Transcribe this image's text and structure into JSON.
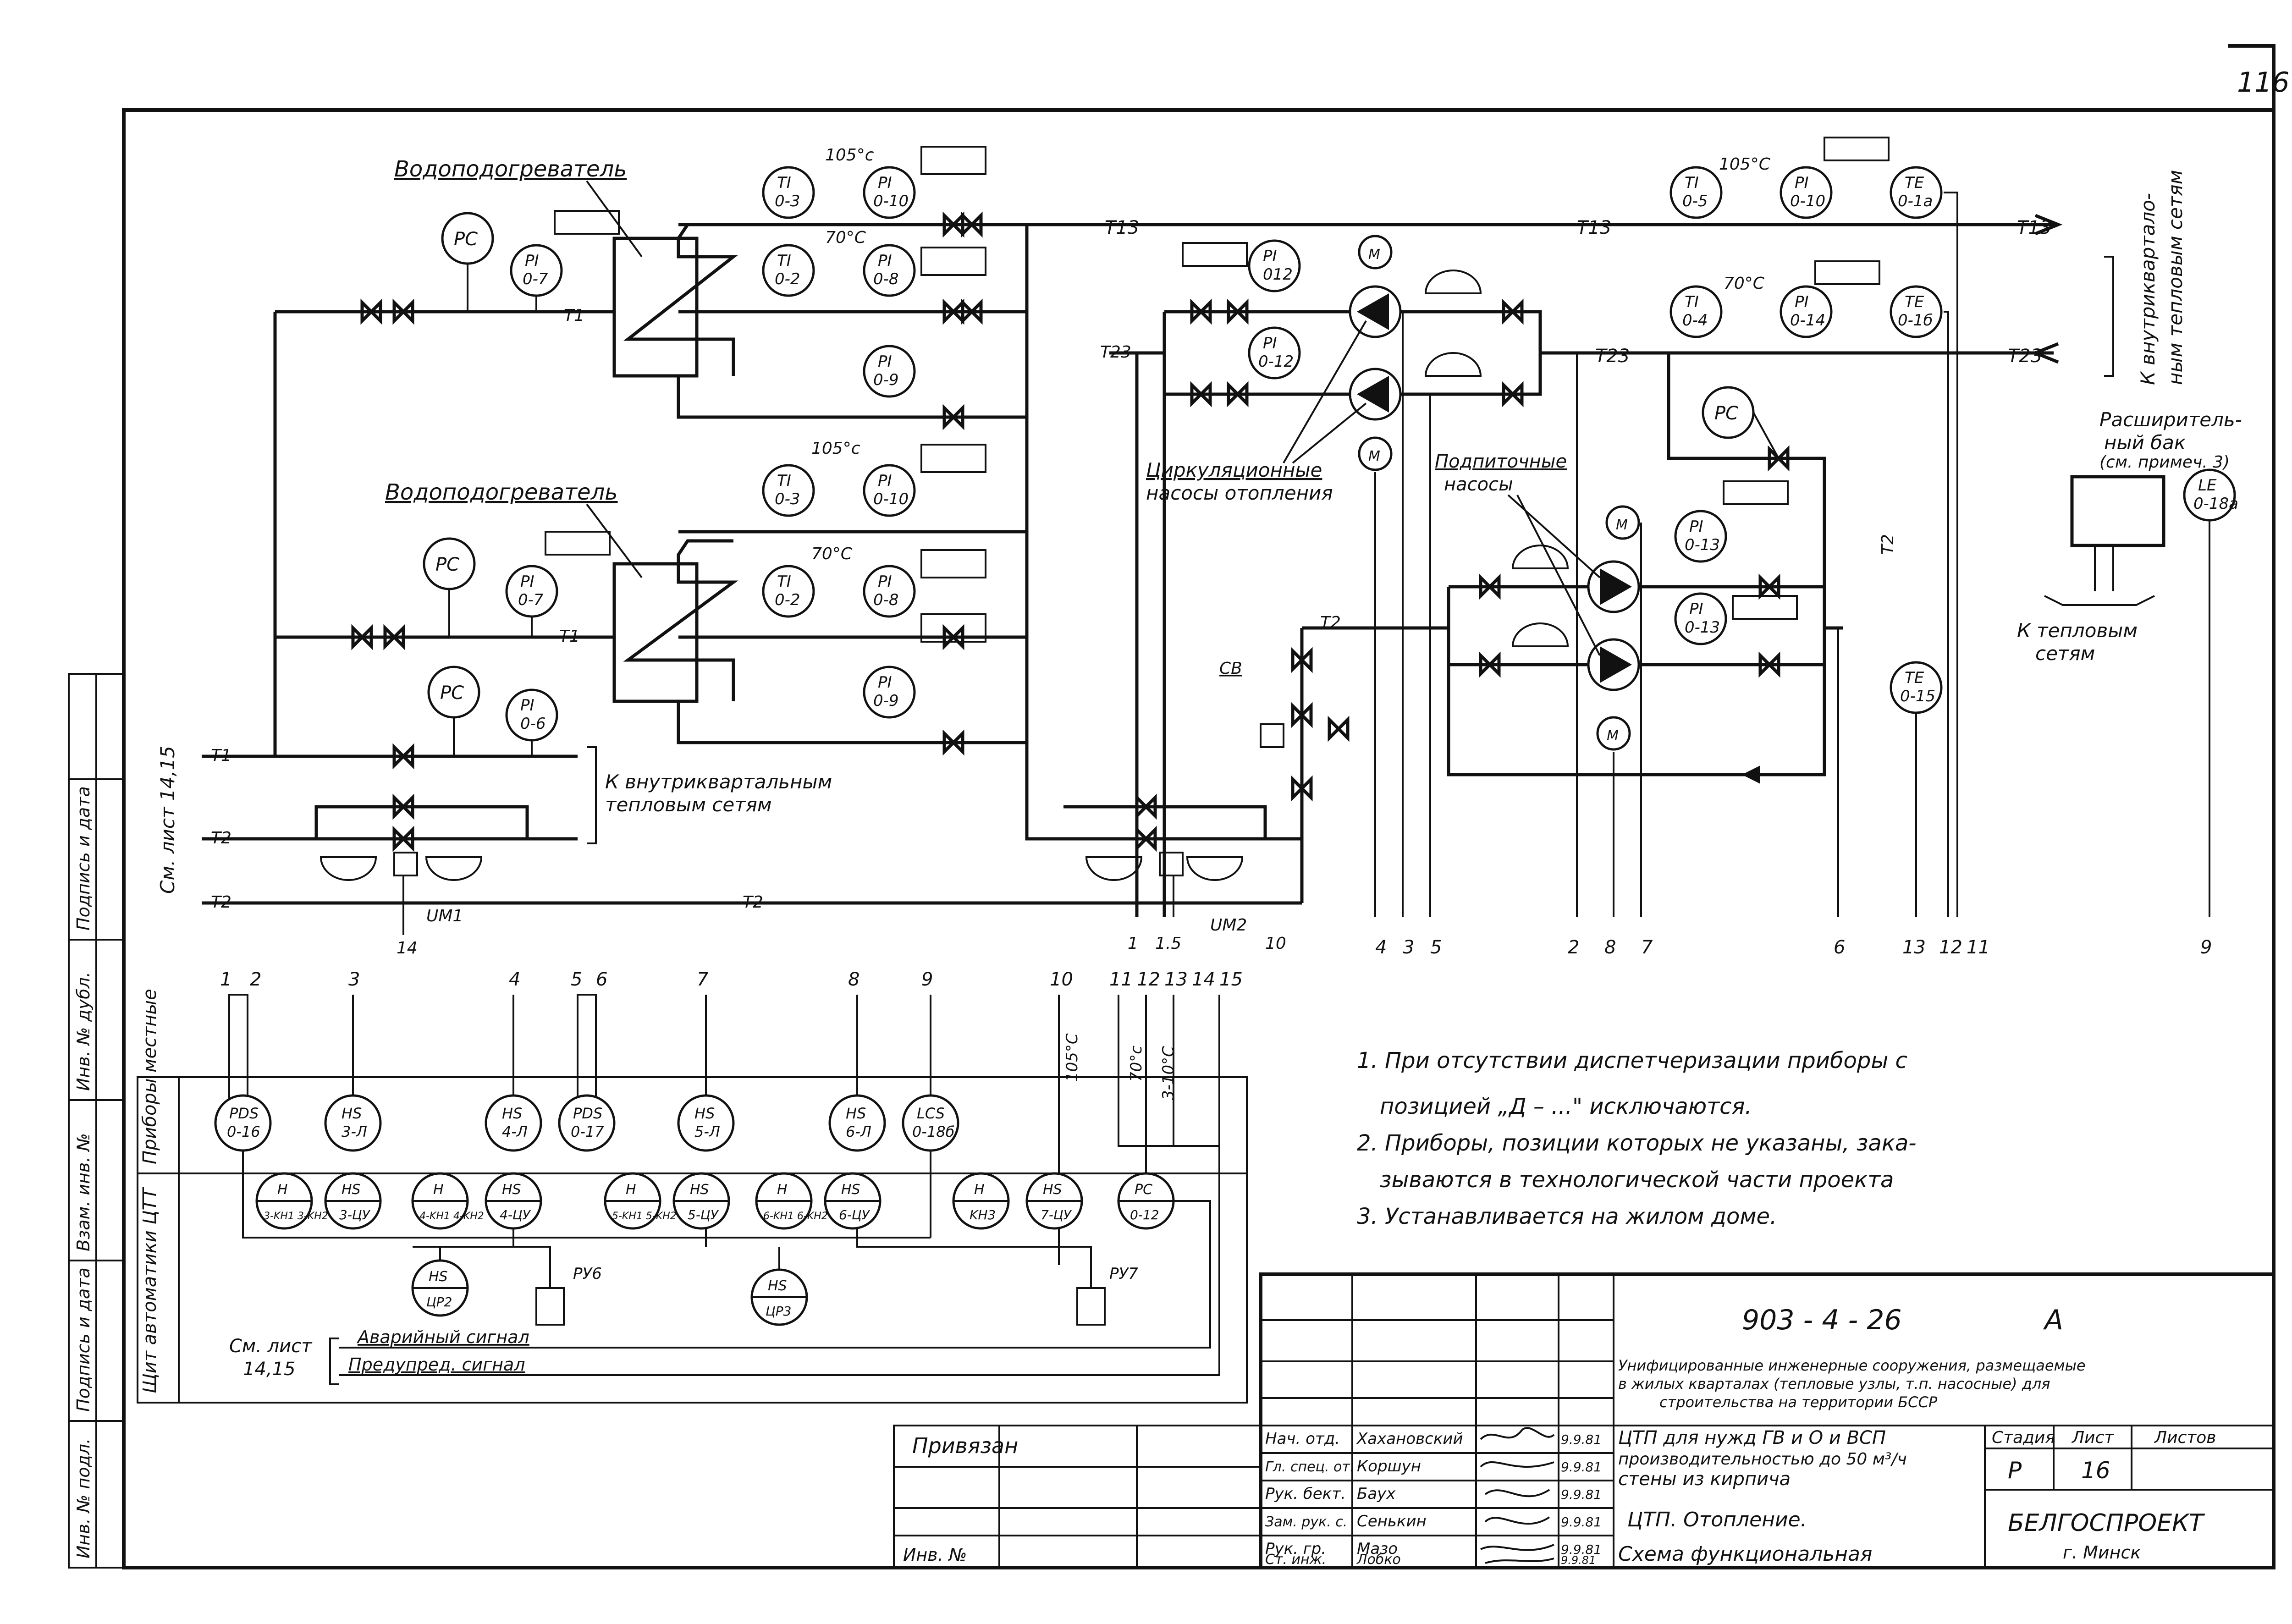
{
  "sheet_corner_number": "116",
  "heaters": [
    {
      "label": "Водоподогреватель",
      "instruments": [
        {
          "tag": "PC",
          "pos": ""
        },
        {
          "tag": "PI",
          "pos": "0-7"
        },
        {
          "tag": "TI",
          "pos": "0-3"
        },
        {
          "tag": "PI",
          "pos": "0-10"
        },
        {
          "tag": "TI",
          "pos": "0-2"
        },
        {
          "tag": "PI",
          "pos": "0-8"
        },
        {
          "tag": "PI",
          "pos": "0-9"
        }
      ],
      "temp_supply": "105°c",
      "temp_return": "70°C"
    },
    {
      "label": "Водоподогреватель",
      "instruments": [
        {
          "tag": "PC",
          "pos": ""
        },
        {
          "tag": "PI",
          "pos": "0-7"
        },
        {
          "tag": "TI",
          "pos": "0-3"
        },
        {
          "tag": "PI",
          "pos": "0-10"
        },
        {
          "tag": "TI",
          "pos": "0-2"
        },
        {
          "tag": "PI",
          "pos": "0-8"
        },
        {
          "tag": "PI",
          "pos": "0-9"
        }
      ],
      "temp_supply": "105°c",
      "temp_return": "70°C"
    }
  ],
  "lines": {
    "t1": "T1",
    "t2": "T2",
    "t13": "T13",
    "t23": "T23"
  },
  "left_block": {
    "pc": "PC",
    "pi": "PI",
    "pi_pos": "0-6",
    "see_sheet": "См. лист 14,15",
    "to_networks_1": "К внутриквартальным",
    "to_networks_2": "тепловым сетям",
    "um1": "UM1",
    "n14": "14"
  },
  "circ_pumps": {
    "label_1": "Циркуляционные",
    "label_2": "насосы отопления",
    "m": "M",
    "pi1": "PI",
    "pi1_pos": "012",
    "pi2": "PI",
    "pi2_pos": "0-12"
  },
  "right_top": {
    "temp_supply": "105°C",
    "temp_return": "70°C",
    "supply_instr": [
      {
        "tag": "TI",
        "pos": "0-5"
      },
      {
        "tag": "PI",
        "pos": "0-10"
      },
      {
        "tag": "TE",
        "pos": "0-1a"
      }
    ],
    "return_instr": [
      {
        "tag": "TI",
        "pos": "0-4"
      },
      {
        "tag": "PI",
        "pos": "0-14"
      },
      {
        "tag": "TE",
        "pos": "0-1б"
      }
    ],
    "to_networks_1": "К внутриквартало-",
    "to_networks_2": "ным тепловым сетям",
    "pc": "PC"
  },
  "makeup_pumps": {
    "label_1": "Подпиточные",
    "label_2": "насосы",
    "m": "M",
    "pi1": "PI",
    "pi1_pos": "0-13",
    "pi2": "PI",
    "pi2_pos": "0-13",
    "te": "TE",
    "te_pos": "0-15"
  },
  "expansion_tank": {
    "label_1": "Расширитель-",
    "label_2": "ный бак",
    "label_3": "(см. примеч. 3)",
    "le": "LE",
    "le_pos": "0-18a",
    "to_1": "К тепловым",
    "to_2": "сетям"
  },
  "cv_block": {
    "cb": "СВ",
    "um2": "UM2",
    "n1": "1",
    "n15": "1.5",
    "n10": "10"
  },
  "line_numbers": [
    "4",
    "3",
    "5",
    "2",
    "8",
    "7",
    "6",
    "13",
    "12",
    "11",
    "9"
  ],
  "panel": {
    "row_local": "Приборы местные",
    "row_shield": "Щит автоматики ЦТТ",
    "top_numbers": [
      "1",
      "2",
      "3",
      "4",
      "5",
      "6",
      "7",
      "8",
      "9",
      "10",
      "11",
      "12",
      "13",
      "14",
      "15"
    ],
    "col_temps": [
      "105°C",
      "70°c",
      "3-10°C"
    ],
    "local": [
      {
        "tag": "PDS",
        "pos": "0-16"
      },
      {
        "tag": "HS",
        "pos": "3-Л"
      },
      {
        "tag": "HS",
        "pos": "4-Л"
      },
      {
        "tag": "PDS",
        "pos": "0-17"
      },
      {
        "tag": "HS",
        "pos": "5-Л"
      },
      {
        "tag": "HS",
        "pos": "6-Л"
      },
      {
        "tag": "LCS",
        "pos": "0-18б"
      }
    ],
    "shield": [
      {
        "tag": "H",
        "pos": "3-KH1 3-KH2"
      },
      {
        "tag": "HS",
        "pos": "3-ЦУ"
      },
      {
        "tag": "H",
        "pos": "4-KH1 4-KH2"
      },
      {
        "tag": "HS",
        "pos": "4-ЦУ"
      },
      {
        "tag": "H",
        "pos": "5-KH1 5-KH2"
      },
      {
        "tag": "HS",
        "pos": "5-ЦУ"
      },
      {
        "tag": "H",
        "pos": "6-KH1 6-KH2"
      },
      {
        "tag": "HS",
        "pos": "6-ЦУ"
      },
      {
        "tag": "H",
        "pos": "KH3"
      },
      {
        "tag": "HS",
        "pos": "7-ЦУ"
      },
      {
        "tag": "PC",
        "pos": "0-12"
      }
    ],
    "hs_up2": {
      "tag": "HS",
      "pos": "ЦР2"
    },
    "hs_up3": {
      "tag": "HS",
      "pos": "ЦР3"
    },
    "py6": "РУ6",
    "py7": "РУ7",
    "see_sheet_1": "См. лист",
    "see_sheet_2": "14,15",
    "alarm_1": "Аварийный сигнал",
    "alarm_2": "Предупред. сигнал"
  },
  "notes": [
    "1. При отсутствии диспетчеризации приборы с",
    "позицией „Д – ...\" исключаются.",
    "2. Приборы, позиции которых не указаны, зака-",
    "зываются в технологической части проекта",
    "3. Устанавливается на жилом доме."
  ],
  "left_margin": [
    "Инв. № подл.",
    "Подпись и дата",
    "Взам. инв. №",
    "Инв. № дубл.",
    "Подпись и дата"
  ],
  "title_block": {
    "doc_code": "903 - 4 - 26",
    "album": "А",
    "project_desc_1": "Унифицированные инженерные сооружения, размещаемые",
    "project_desc_2": "в жилых кварталах (тепловые узлы, т.п. насосные) для",
    "project_desc_3": "строительства на территории БССР",
    "bound": "Привязан",
    "inv_no": "Инв. №",
    "roles": [
      "Нач. отд.",
      "Гл. спец. от.",
      "Рук. бект.",
      "Зам. рук. с.",
      "Рук. гр.",
      "Ст. инж."
    ],
    "names": [
      "Хахановский",
      "Коршун",
      "Баух",
      "Сенькин",
      "Мазо",
      "Лобко"
    ],
    "dates": [
      "9.9.81",
      "9.9.81",
      "9.9.81",
      "9.9.81",
      "9.9.81",
      "9.9.81"
    ],
    "object_1": "ЦТП для нужд ГВ и О и ВСП",
    "object_2": "производительностью до 50 м³/ч",
    "object_3": "стены из кирпича",
    "sheet_title_1": "ЦТП. Отопление.",
    "sheet_title_2": "Схема функциональная",
    "stage_label": "Стадия",
    "sheet_label": "Лист",
    "sheets_label": "Листов",
    "stage": "Р",
    "sheet": "16",
    "sheets": "",
    "org": "БЕЛГОСПРОЕКТ",
    "city": "г. Минск"
  }
}
